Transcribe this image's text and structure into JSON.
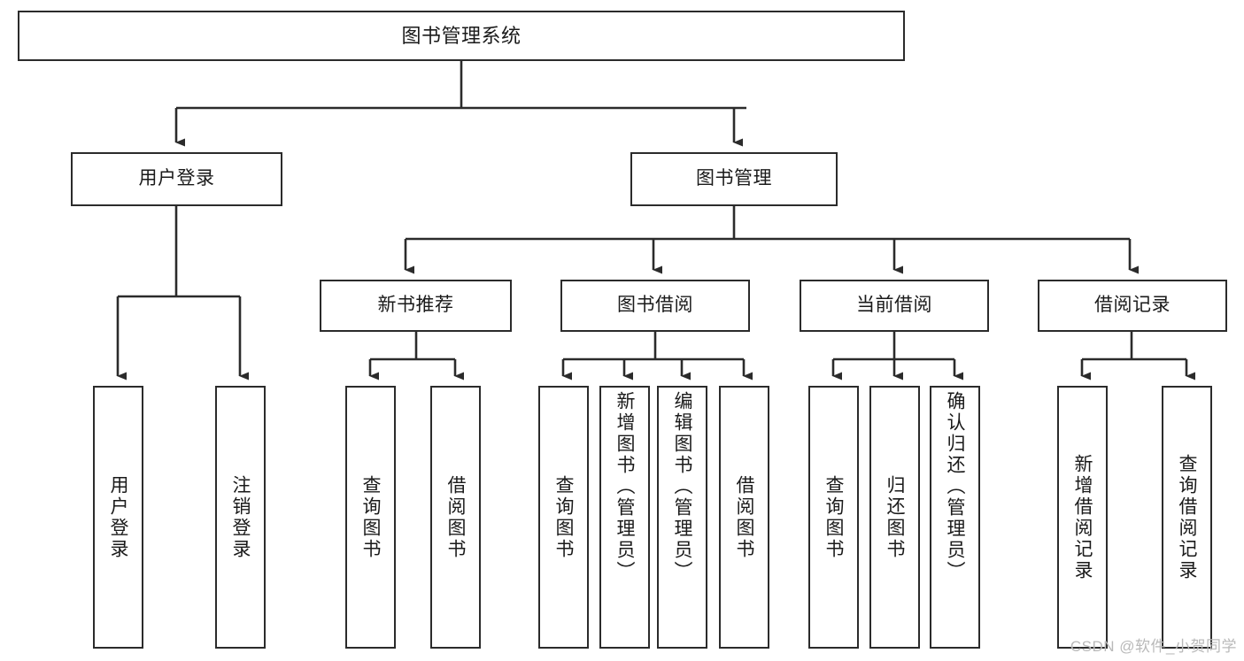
{
  "diagram": {
    "title": "图书管理系统",
    "type": "tree",
    "watermark": "CSDN @软件_小贺同学",
    "colors": {
      "stroke": "#2b2b2b",
      "background": "#ffffff",
      "text": "#1a1a1a",
      "watermark": "#b9b9b9"
    },
    "nodes": {
      "root": {
        "label": "图书管理系统"
      },
      "level1": [
        {
          "label": "用户登录"
        },
        {
          "label": "图书管理"
        }
      ],
      "level2": [
        {
          "label": "新书推荐"
        },
        {
          "label": "图书借阅"
        },
        {
          "label": "当前借阅"
        },
        {
          "label": "借阅记录"
        }
      ],
      "leaves_user_login": [
        {
          "label": "用户登录"
        },
        {
          "label": "注销登录"
        }
      ],
      "leaves_new_book": [
        {
          "label": "查询图书"
        },
        {
          "label": "借阅图书"
        }
      ],
      "leaves_borrow": [
        {
          "label": "查询图书"
        },
        {
          "label": "新增图书（管理员）"
        },
        {
          "label": "编辑图书（管理员）"
        },
        {
          "label": "借阅图书"
        }
      ],
      "leaves_current": [
        {
          "label": "查询图书"
        },
        {
          "label": "归还图书"
        },
        {
          "label": "确认归还（管理员）"
        }
      ],
      "leaves_records": [
        {
          "label": "新增借阅记录"
        },
        {
          "label": "查询借阅记录"
        }
      ]
    }
  }
}
